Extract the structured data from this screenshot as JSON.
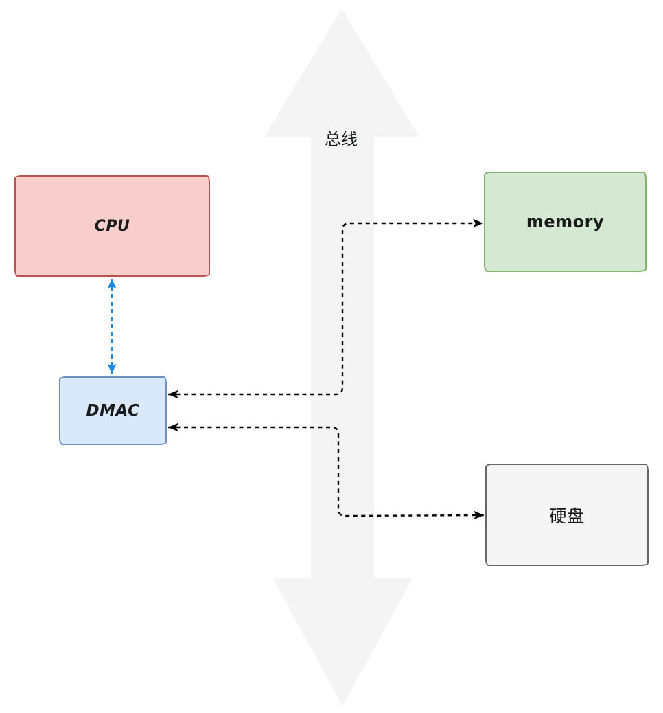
{
  "diagram": {
    "type": "architecture-sketch",
    "bus": {
      "label": "总线",
      "shape": "vertical-double-headed-arrow",
      "fill": "#f4f4f5"
    },
    "nodes": [
      {
        "id": "cpu",
        "label": "CPU",
        "fill": "#f8cecc",
        "border": "#b85450"
      },
      {
        "id": "memory",
        "label": "memory",
        "fill": "#d5e8d4",
        "border": "#82b366"
      },
      {
        "id": "dmac",
        "label": "DMAC",
        "fill": "#dae8fc",
        "border": "#6c8ebf"
      },
      {
        "id": "disk",
        "label": "硬盘",
        "fill": "#f5f5f5",
        "border": "#666666"
      }
    ],
    "connectors": [
      {
        "from": "cpu",
        "to": "dmac",
        "line": "dashed",
        "color": "#1e88e5",
        "arrows": "both"
      },
      {
        "from": "dmac",
        "to": "memory",
        "line": "dashed",
        "color": "#000000",
        "arrows": "both",
        "route": "orthogonal-through-bus"
      },
      {
        "from": "dmac",
        "to": "disk",
        "line": "dashed",
        "color": "#000000",
        "arrows": "both",
        "route": "orthogonal-through-bus"
      }
    ]
  }
}
